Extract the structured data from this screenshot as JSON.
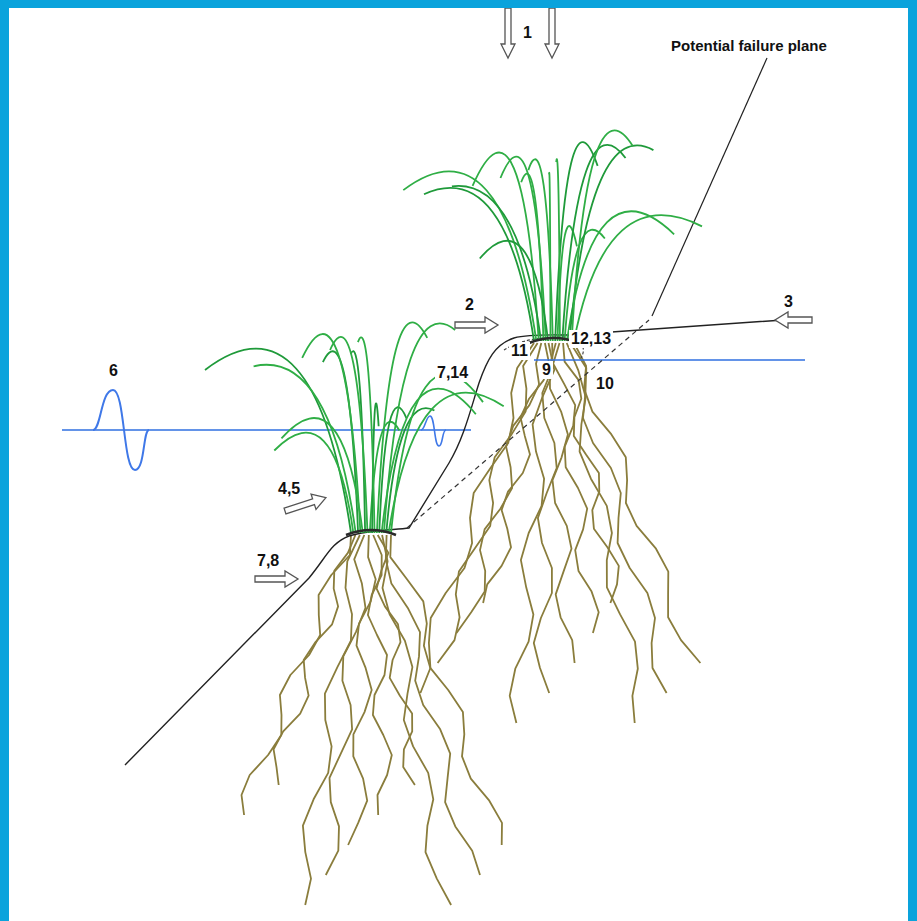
{
  "diagram": {
    "labels": [
      "1",
      "2",
      "3",
      "Potential failure plane",
      "12,13",
      "11",
      "7,14",
      "9",
      "10",
      "6",
      "4,5",
      "7,8"
    ]
  }
}
